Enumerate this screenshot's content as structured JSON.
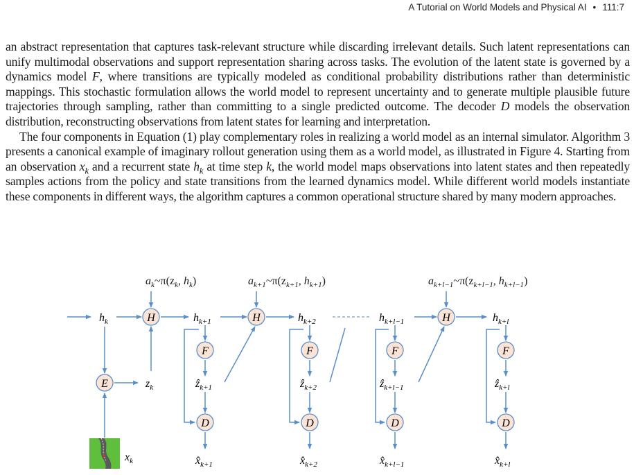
{
  "header": {
    "running_title": "A Tutorial on World Models and Physical AI",
    "separator": "•",
    "page": "111:7"
  },
  "paragraph1": {
    "s1": "an abstract representation that captures task-relevant structure while discarding irrelevant details. Such latent representations can unify multimodal observations and support representation sharing across tasks. The evolution of the latent state is governed by a dynamics model ",
    "F": "F",
    "s2": ", where transitions are typically modeled as conditional probability distributions rather than deterministic mappings. This stochastic formulation allows the world model to represent uncertainty and to generate multiple plausible future trajectories through sampling, rather than committing to a single predicted outcome. The decoder ",
    "D": "D",
    "s3": " models the observation distribution, reconstructing observations from latent states for learning and interpretation."
  },
  "paragraph2": {
    "s1": "The four components in Equation (1) play complementary roles in realizing a world model as an internal simulator. Algorithm 3 presents a canonical example of imaginary rollout generation using them as a world model, as illustrated in Figure 4. Starting from an observation ",
    "x": "x",
    "x_sub": "k",
    "s2": " and a recurrent state ",
    "h": "h",
    "h_sub": "k",
    "s3": " at time step ",
    "k": "k",
    "s4": ", the world model maps observations into latent states and then repeatedly samples actions from the policy and state transitions from the learned dynamics model. While different world models instantiate these components in different ways, the algorithm captures a common operational structure shared by many modern approaches."
  },
  "figure": {
    "actions": [
      {
        "a": "a",
        "sub": "k",
        "rest": "~π(z",
        "zsub": "k",
        "tail": ", h",
        "hsub": "k",
        "end": ")"
      },
      {
        "a": "a",
        "sub": "k+1",
        "rest": "~π(z",
        "zsub": "k+1",
        "tail": ", h",
        "hsub": "k+1",
        "end": ")"
      },
      {
        "a": "a",
        "sub": "k+l−1",
        "rest": "~π(z",
        "zsub": "k+l−1",
        "tail": ", h",
        "hsub": "k+l−1",
        "end": ")"
      }
    ],
    "states": [
      {
        "sym": "h",
        "sub": "k"
      },
      {
        "sym": "h",
        "sub": "k+1"
      },
      {
        "sym": "h",
        "sub": "k+2"
      },
      {
        "sym": "h",
        "sub": "k+l−1"
      },
      {
        "sym": "h",
        "sub": "k+l"
      }
    ],
    "latents": [
      {
        "sym": "ẑ",
        "sub": "k+1"
      },
      {
        "sym": "ẑ",
        "sub": "k+2"
      },
      {
        "sym": "ẑ",
        "sub": "k+l−1"
      },
      {
        "sym": "ẑ",
        "sub": "k+l"
      }
    ],
    "recons": [
      {
        "sym": "x̂",
        "sub": "k+1"
      },
      {
        "sym": "x̂",
        "sub": "k+2"
      },
      {
        "sym": "x̂",
        "sub": "k+l−1"
      },
      {
        "sym": "x̂",
        "sub": "k+l"
      }
    ],
    "encoded_latent": {
      "sym": "z",
      "sub": "k"
    },
    "observation": {
      "sym": "x",
      "sub": "k"
    },
    "node_labels": {
      "H": "H",
      "F": "F",
      "D": "D",
      "E": "E"
    },
    "colors": {
      "node_fill": "#fbe3d6",
      "line": "#5b8fc9",
      "dash": "#6d9ad2"
    }
  }
}
